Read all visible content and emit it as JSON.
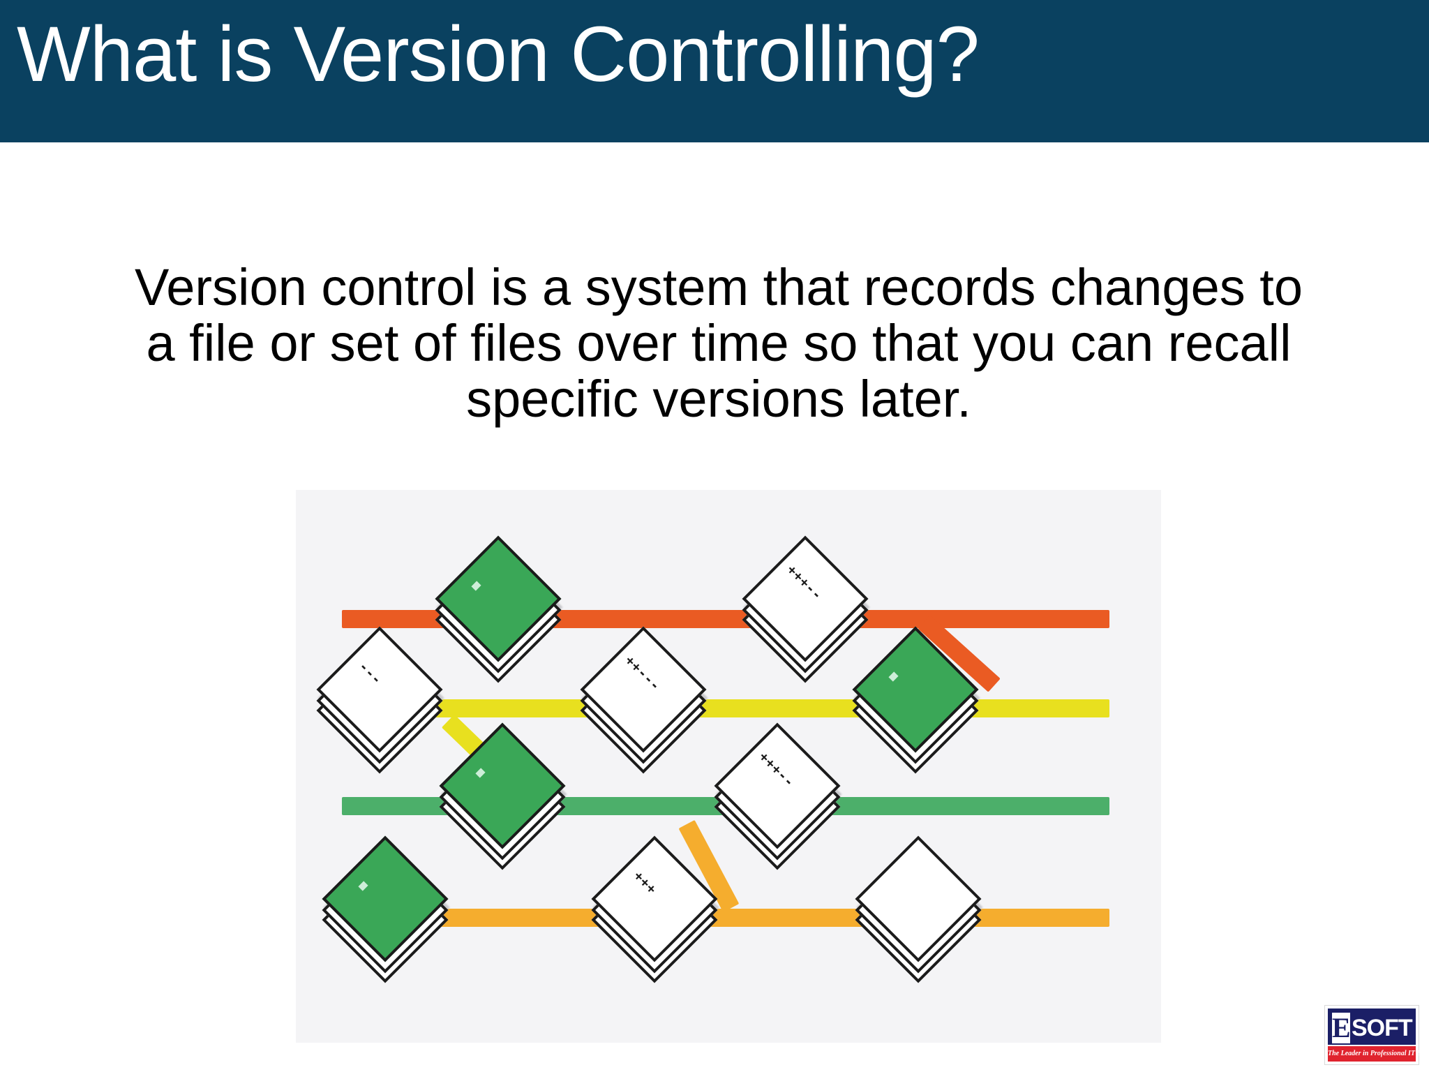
{
  "slide": {
    "title": "What is Version Controlling?",
    "title_bar_color": "#0a4160",
    "background_color": "#ffffff",
    "body_lines": [
      "Version control is a system that records changes to",
      "a file or set of files over time so that you can recall",
      "specific versions later."
    ]
  },
  "diagram": {
    "name": "version-control-branching-illustration",
    "panel_color": "#f4f4f6",
    "branch_colors": {
      "row1": "#ea5b23",
      "row2": "#e8e01f",
      "row3": "#4caf6a",
      "row4": "#f5ad2e"
    },
    "node_fill_green": "#3aa757",
    "node_fill_white": "#ffffff",
    "node_outline": "#1b1b1b",
    "branches": [
      {
        "id": "branch-1",
        "color": "#ea5b23",
        "nodes": [
          {
            "id": "node-1-1",
            "fill": "green",
            "marks": ""
          },
          {
            "id": "node-1-2",
            "fill": "white",
            "marks": "+++--"
          }
        ]
      },
      {
        "id": "branch-2",
        "color": "#e8e01f",
        "nodes": [
          {
            "id": "node-2-1",
            "fill": "white",
            "marks": "---"
          },
          {
            "id": "node-2-2",
            "fill": "white",
            "marks": "++---"
          },
          {
            "id": "node-2-3",
            "fill": "green",
            "marks": ""
          }
        ]
      },
      {
        "id": "branch-3",
        "color": "#4caf6a",
        "nodes": [
          {
            "id": "node-3-1",
            "fill": "green",
            "marks": ""
          },
          {
            "id": "node-3-2",
            "fill": "white",
            "marks": "+++--"
          }
        ]
      },
      {
        "id": "branch-4",
        "color": "#f5ad2e",
        "nodes": [
          {
            "id": "node-4-1",
            "fill": "green",
            "marks": ""
          },
          {
            "id": "node-4-2",
            "fill": "white",
            "marks": "+++"
          },
          {
            "id": "node-4-3",
            "fill": "white",
            "marks": ""
          }
        ]
      }
    ]
  },
  "logo": {
    "letter": "E",
    "word": "SOFT",
    "tagline": "The Leader in Professional IT Education",
    "navy": "#1b1f66",
    "red": "#e0232e"
  }
}
